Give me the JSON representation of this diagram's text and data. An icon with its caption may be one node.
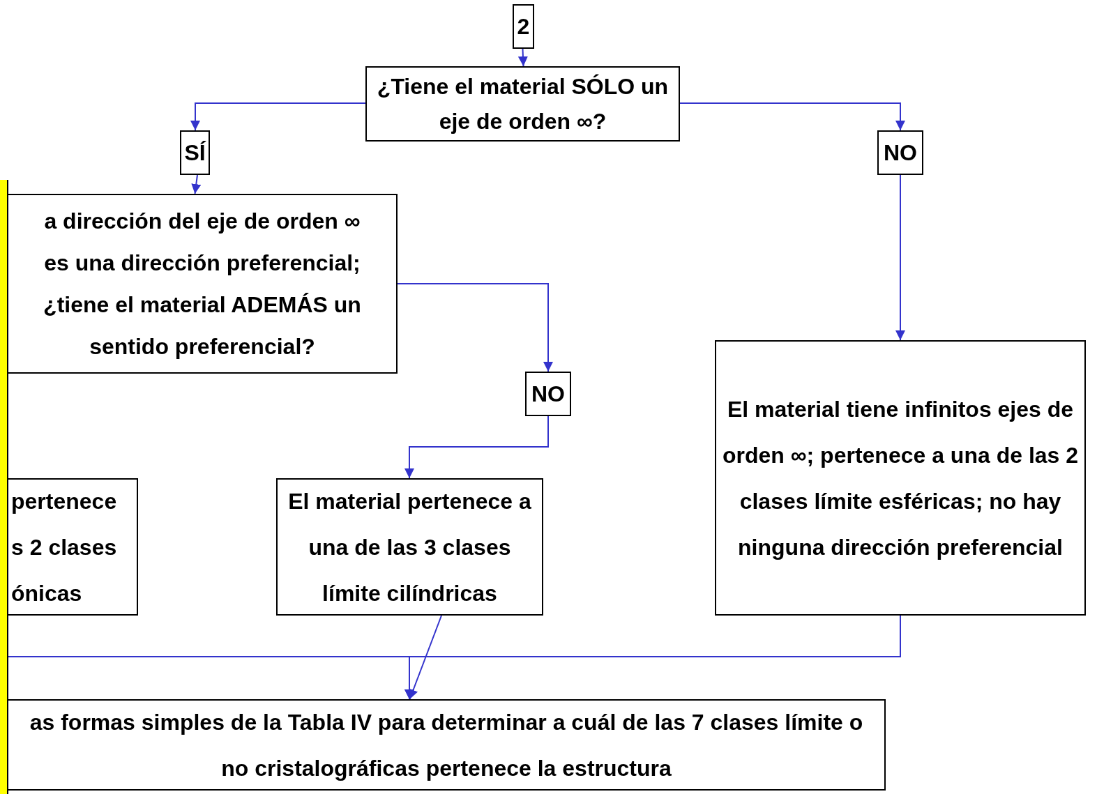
{
  "diagram": {
    "nodes": [
      {
        "text": [
          "2"
        ]
      },
      {
        "text": [
          "¿Tiene el material SÓLO un eje de orden ∞?"
        ]
      },
      {
        "text": [
          "SÍ"
        ]
      },
      {
        "text": [
          "NO"
        ]
      },
      {
        "text": [
          "a dirección del eje de orden ∞ es una dirección preferencial; ¿tiene el material ADEMÁS un sentido preferencial?"
        ]
      },
      {
        "text": [
          "NO"
        ]
      },
      {
        "text": [
          "pertenece s 2 clases ónicas"
        ]
      },
      {
        "text": [
          "El material pertenece a una de las 3 clases límite cilíndricas"
        ]
      },
      {
        "text": [
          "El material tiene infinitos ejes de orden ∞; pertenece a una de las 2 clases límite esféricas; no hay ninguna dirección preferencial"
        ]
      },
      {
        "text": [
          "as formas simples de la Tabla IV para determinar a cuál de las 7 clases límite o no cristalográficas pertenece la estructura"
        ]
      }
    ],
    "edges": [
      {
        "from": 0,
        "to": 1,
        "arrow": "to"
      },
      {
        "from": 1,
        "to": 2,
        "arrow": "to"
      },
      {
        "from": 1,
        "to": 3,
        "arrow": "to"
      },
      {
        "from": 2,
        "to": 4,
        "arrow": "to"
      },
      {
        "from": 4,
        "to": 5,
        "arrow": "to"
      },
      {
        "from": 5,
        "to": 7,
        "arrow": "to"
      },
      {
        "from": 3,
        "to": 8,
        "arrow": "to"
      },
      {
        "from": 7,
        "to": 9,
        "arrow": "to"
      },
      {
        "from": 8,
        "to": 9,
        "arrow": "to"
      },
      {
        "from": null,
        "to": 9,
        "arrow": "to"
      }
    ]
  }
}
